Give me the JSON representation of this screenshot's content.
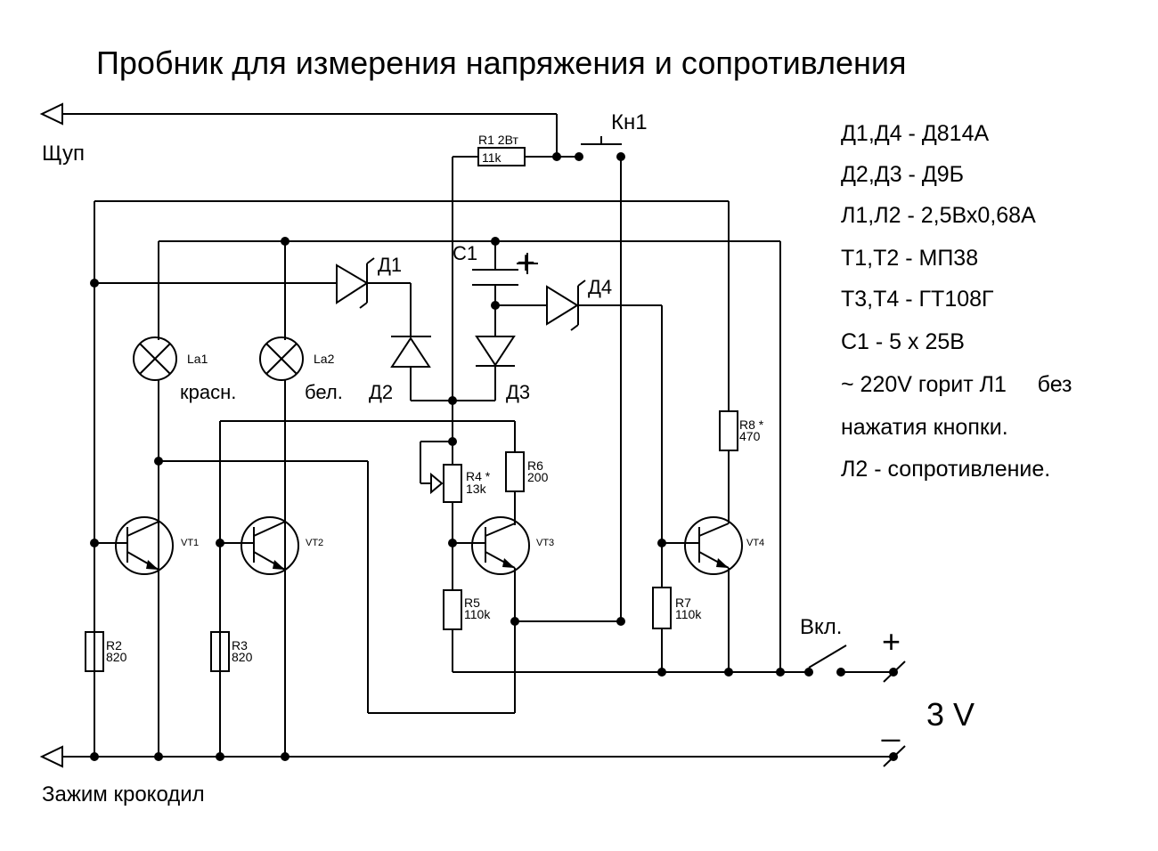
{
  "title": "Пробник для измерения напряжения и сопротивления",
  "probe_label": "Щуп",
  "clamp_label": "Зажим крокодил",
  "button_label": "Кн1",
  "switch_label": "Вкл.",
  "battery_voltage": "3 V",
  "battery_plus": "+",
  "battery_minus": "_",
  "capacitor_plus": "+",
  "parts_list": [
    "Д1,Д4 - Д814А",
    "Д2,Д3 - Д9Б",
    "Л1,Л2 - 2,5Вх0,68А",
    "Т1,Т2 - МП38",
    "Т3,Т4 - ГТ108Г",
    "С1 - 5 х 25В",
    "~ 220V горит Л1     без",
    "нажатия кнопки.",
    "Л2 - сопротивление."
  ],
  "components": {
    "r1": {
      "ref": "R1 2Вт",
      "value": "11k"
    },
    "r2": {
      "ref": "R2",
      "value": "820"
    },
    "r3": {
      "ref": "R3",
      "value": "820"
    },
    "r4": {
      "ref": "R4 *",
      "value": "13k"
    },
    "r5": {
      "ref": "R5",
      "value": "110k"
    },
    "r6": {
      "ref": "R6",
      "value": "200"
    },
    "r7": {
      "ref": "R7",
      "value": "110k"
    },
    "r8": {
      "ref": "R8 *",
      "value": "470"
    },
    "c1": "C1",
    "d1": "Д1",
    "d2": "Д2",
    "d3": "Д3",
    "d4": "Д4",
    "la1": "La1",
    "la2": "La2",
    "la1_color": "красн.",
    "la2_color": "бел.",
    "vt1": "VT1",
    "vt2": "VT2",
    "vt3": "VT3",
    "vt4": "VT4"
  }
}
